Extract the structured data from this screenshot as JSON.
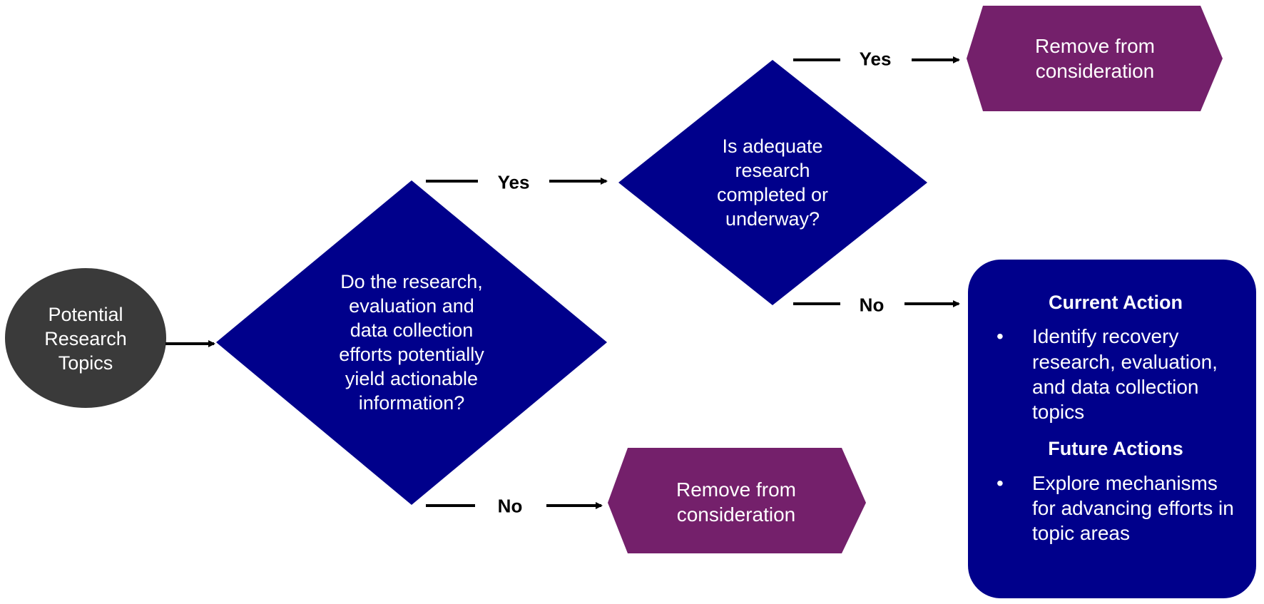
{
  "colors": {
    "diamond": "#00008b",
    "hexagon": "#74206b",
    "start_oval": "#3a3a3a",
    "action_box": "#00008b",
    "arrow": "#000000"
  },
  "nodes": {
    "start": {
      "label": "Potential\nResearch\nTopics"
    },
    "decision1": {
      "label": "Do the research,\nevaluation and\ndata collection\nefforts potentially\nyield actionable\ninformation?"
    },
    "decision2": {
      "label": "Is adequate\nresearch\ncompleted or\nunderway?"
    },
    "remove_top": {
      "label": "Remove from\nconsideration"
    },
    "remove_bottom": {
      "label": "Remove from\nconsideration"
    }
  },
  "edges": {
    "d1_yes": "Yes",
    "d1_no": "No",
    "d2_yes": "Yes",
    "d2_no": "No"
  },
  "action_box": {
    "current_heading": "Current Action",
    "current_items": [
      "Identify recovery research, evaluation, and data collection topics"
    ],
    "future_heading": "Future Actions",
    "future_items": [
      "Explore mechanisms for advancing efforts in topic areas"
    ]
  }
}
